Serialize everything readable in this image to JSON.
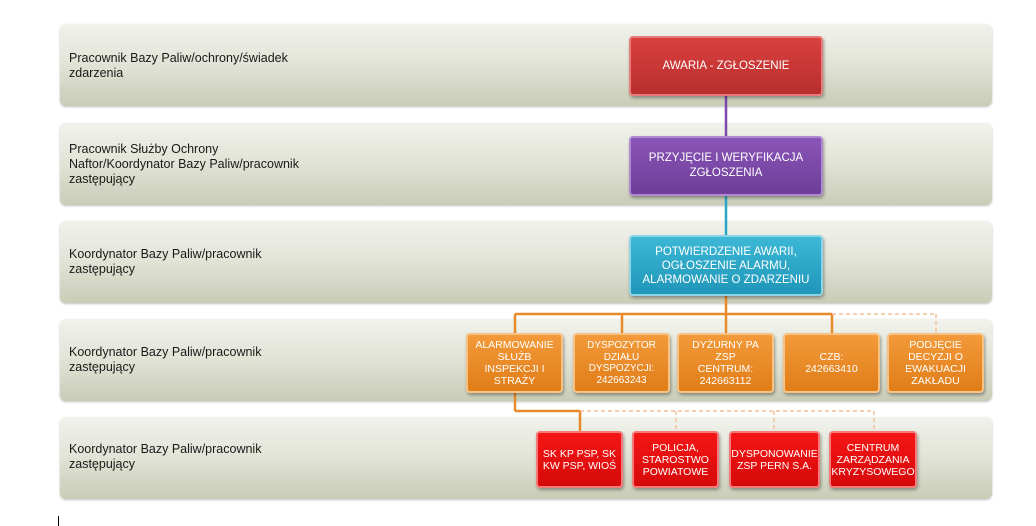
{
  "lanes": [
    {
      "label": "Pracownik Bazy Paliw/ochrony/świadek\nzdarzenia"
    },
    {
      "label": "Pracownik Służby Ochrony\nNaftor/Koordynator Bazy Paliw/pracownik\nzastępujący"
    },
    {
      "label": "Koordynator Bazy Paliw/pracownik\nzastępujący"
    },
    {
      "label": "Koordynator Bazy Paliw/pracownik\nzastępujący"
    },
    {
      "label": "Koordynator Bazy Paliw/pracownik\nzastępujący"
    }
  ],
  "main_steps": {
    "report": "AWARIA - ZGŁOSZENIE",
    "verify": "PRZYJĘCIE I WERYFIKACJA\nZGŁOSZENIA",
    "confirm": "POTWIERDZENIE AWARII,\nOGŁOSZENIE ALARMU,\nALARMOWANIE O ZDARZENIU"
  },
  "notify_boxes": [
    "ALARMOWANIE\nSŁUŻB INSPEKCJI I\nSTRAŻY",
    "DYSPOZYTOR\nDZIAŁU\nDYSPOZYCJI:\n242663243",
    "DYŻURNY PA ZSP\nCENTRUM:\n242663112",
    "CZB:\n242663410",
    "PODJĘCIE\nDECYZJI O\nEWAKUACJI\nZAKŁADU"
  ],
  "agency_boxes": [
    "SK KP PSP, SK\nKW PSP, WIOŚ",
    "POLICJA,\nSTAROSTWO\nPOWIATOWE",
    "DYSPONOWANIE\nZSP PERN S.A.",
    "CENTRUM\nZARZĄDZANIA\nKRYZYSOWEGO"
  ],
  "colors": {
    "report": "#c93735",
    "verify": "#7b4aaa",
    "confirm": "#2aa6c7",
    "notify": "#e8892a",
    "agency": "#ee1111"
  }
}
